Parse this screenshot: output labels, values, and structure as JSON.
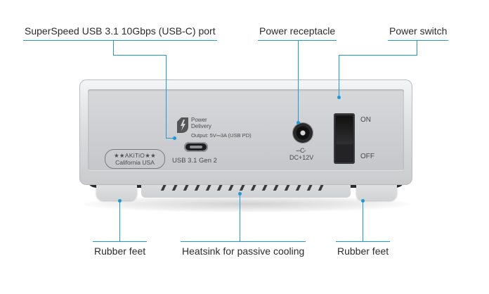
{
  "callouts": {
    "usb_port": "SuperSpeed USB 3.1 10Gbps (USB-C) port",
    "power_receptacle": "Power receptacle",
    "power_switch": "Power switch",
    "rubber_feet_left": "Rubber feet",
    "heatsink": "Heatsink for passive cooling",
    "rubber_feet_right": "Rubber feet"
  },
  "device": {
    "brand_line1": "★★AKiTiO★★",
    "brand_line2": "California USA",
    "power_delivery_title_1": "Power",
    "power_delivery_title_2": "Delivery",
    "power_delivery_output": "Output: 5V⎓3A (USB PD)",
    "usb_label": "USB 3.1 Gen 2",
    "dc_symbol": "-◦-C-",
    "dc_label": "DC+12V",
    "switch_on": "ON",
    "switch_off": "OFF"
  },
  "colors": {
    "callout_line": "#1a9ad6",
    "text": "#2b2b2b"
  }
}
